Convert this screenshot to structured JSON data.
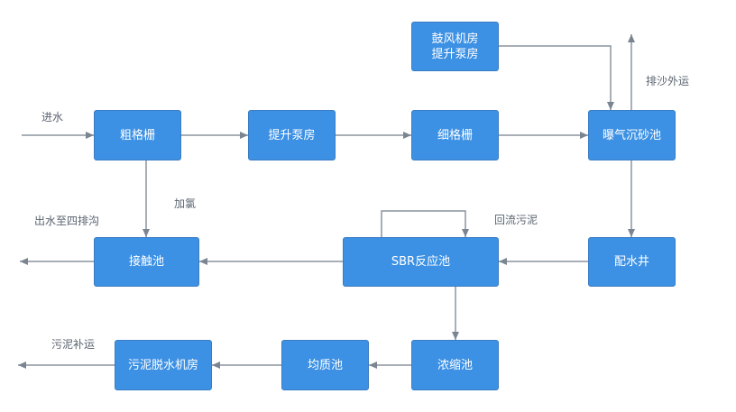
{
  "nodes": {
    "blower_pump": {
      "line1": "鼓风机房",
      "line2": "提升泵房"
    },
    "coarse_screen": "粗格栅",
    "lift_pump": "提升泵房",
    "fine_screen": "细格栅",
    "aerated_grit": "曝气沉砂池",
    "distribution_well": "配水井",
    "sbr": "SBR反应池",
    "contact_tank": "接触池",
    "thickener": "浓缩池",
    "equalization": "均质池",
    "dewatering": "污泥脱水机房"
  },
  "labels": {
    "inflow": "进水",
    "grit_out": "排沙外运",
    "chlorine": "加氯",
    "effluent": "出水至四排沟",
    "return_sludge": "回流污泥",
    "sludge_out": "污泥补运"
  },
  "colors": {
    "node_fill": "#3d91e4",
    "arrow": "#7a8591",
    "text_label": "#5a6470"
  }
}
